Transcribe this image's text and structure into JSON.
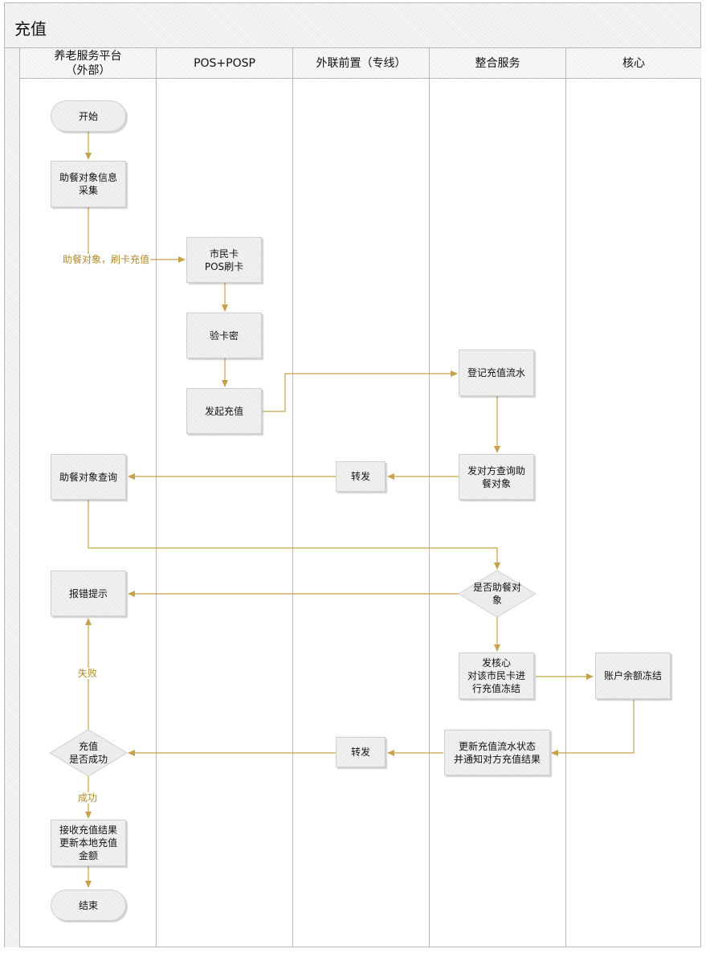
{
  "title": "充值",
  "lanes": [
    {
      "key": "platform",
      "label": "养老服务平台\n（外部）"
    },
    {
      "key": "pos",
      "label": "POS+POSP"
    },
    {
      "key": "frontend",
      "label": "外联前置（专线）"
    },
    {
      "key": "integration",
      "label": "整合服务"
    },
    {
      "key": "core",
      "label": "核心"
    }
  ],
  "nodes": {
    "start": "开始",
    "collect": "助餐对象信息\n采集",
    "swipe": "市民卡\nPOS刷卡",
    "verify_pin": "验卡密",
    "initiate": "发起充值",
    "register": "登记充值流水",
    "send_query": "发对方查询助\n餐对象",
    "forward1": "转发",
    "query": "助餐对象查询",
    "is_target": "是否助餐对\n象",
    "error": "报错提示",
    "freeze_req": "发核心\n对该市民卡进\n行充值冻结",
    "freeze": "账户余额冻结",
    "update_notify": "更新充值流水状态\n并通知对方充值结果",
    "forward2": "转发",
    "success_check": "充值\n是否成功",
    "receive": "接收充值结果\n更新本地充值\n金额",
    "end": "结束"
  },
  "edge_labels": {
    "collect_to_swipe": "助餐对象，刷卡充值",
    "fail": "失败",
    "success": "成功"
  },
  "colors": {
    "edge": "#c6a24a",
    "edge_label": "#b08a2a",
    "node_fill": "#ececec",
    "border": "#b9b9b9"
  }
}
